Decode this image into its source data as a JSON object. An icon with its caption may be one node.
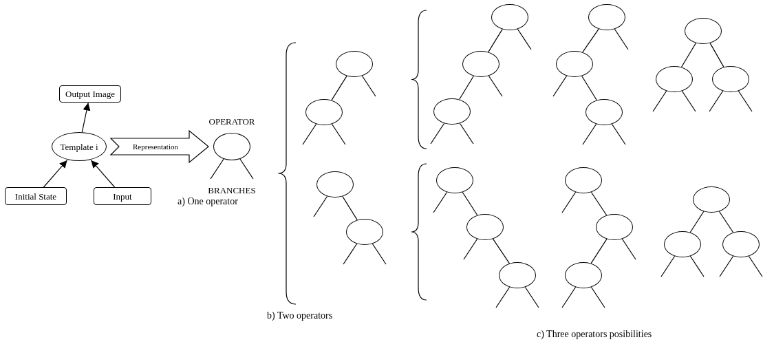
{
  "diagram": {
    "nodes": [
      {
        "text": [
          "Output Image"
        ]
      },
      {
        "text": [
          "Template i"
        ]
      },
      {
        "text": [
          "Initial State"
        ]
      },
      {
        "text": [
          "Input"
        ]
      },
      {
        "text": [],
        "shape": "circle",
        "beside": [
          "OPERATOR",
          "BRANCHES"
        ]
      },
      {
        "text": [],
        "shape": "circle"
      },
      {
        "text": [],
        "shape": "circle"
      },
      {
        "text": [],
        "shape": "circle"
      },
      {
        "text": [],
        "shape": "circle"
      },
      {
        "text": [],
        "shape": "circle"
      },
      {
        "text": [],
        "shape": "circle"
      },
      {
        "text": [],
        "shape": "circle"
      },
      {
        "text": [],
        "shape": "circle"
      },
      {
        "text": [],
        "shape": "circle"
      },
      {
        "text": [],
        "shape": "circle"
      },
      {
        "text": [],
        "shape": "circle"
      },
      {
        "text": [],
        "shape": "circle"
      },
      {
        "text": [],
        "shape": "circle"
      },
      {
        "text": [],
        "shape": "circle"
      },
      {
        "text": [],
        "shape": "circle"
      },
      {
        "text": [],
        "shape": "circle"
      },
      {
        "text": [],
        "shape": "circle"
      },
      {
        "text": [],
        "shape": "circle"
      },
      {
        "text": [],
        "shape": "circle"
      },
      {
        "text": [],
        "shape": "circle"
      },
      {
        "text": [],
        "shape": "circle"
      },
      {
        "text": [],
        "shape": "circle"
      }
    ],
    "edges": [
      {
        "from": 1,
        "to": 0,
        "arrow": "to"
      },
      {
        "from": 2,
        "to": 1,
        "arrow": "to"
      },
      {
        "from": 3,
        "to": 1,
        "arrow": "to"
      },
      {
        "from": 1,
        "to": 4,
        "arrow": "to",
        "label": "Representation",
        "style": "thick"
      },
      {
        "from": 4,
        "to": null,
        "arrow": "none"
      },
      {
        "from": 4,
        "to": null,
        "arrow": "none"
      },
      {
        "from": 5,
        "to": 6,
        "arrow": "none"
      },
      {
        "from": 5,
        "to": null,
        "arrow": "none"
      },
      {
        "from": 6,
        "to": null,
        "arrow": "none"
      },
      {
        "from": 6,
        "to": null,
        "arrow": "none"
      },
      {
        "from": 7,
        "to": null,
        "arrow": "none"
      },
      {
        "from": 7,
        "to": 8,
        "arrow": "none"
      },
      {
        "from": 8,
        "to": null,
        "arrow": "none"
      },
      {
        "from": 8,
        "to": null,
        "arrow": "none"
      },
      {
        "from": 9,
        "to": 10,
        "arrow": "none"
      },
      {
        "from": 9,
        "to": null,
        "arrow": "none"
      },
      {
        "from": 10,
        "to": 11,
        "arrow": "none"
      },
      {
        "from": 10,
        "to": null,
        "arrow": "none"
      },
      {
        "from": 11,
        "to": null,
        "arrow": "none"
      },
      {
        "from": 11,
        "to": null,
        "arrow": "none"
      },
      {
        "from": 12,
        "to": 13,
        "arrow": "none"
      },
      {
        "from": 12,
        "to": null,
        "arrow": "none"
      },
      {
        "from": 13,
        "to": null,
        "arrow": "none"
      },
      {
        "from": 13,
        "to": 14,
        "arrow": "none"
      },
      {
        "from": 14,
        "to": null,
        "arrow": "none"
      },
      {
        "from": 14,
        "to": null,
        "arrow": "none"
      },
      {
        "from": 15,
        "to": 16,
        "arrow": "none"
      },
      {
        "from": 15,
        "to": 17,
        "arrow": "none"
      },
      {
        "from": 16,
        "to": null,
        "arrow": "none"
      },
      {
        "from": 16,
        "to": null,
        "arrow": "none"
      },
      {
        "from": 17,
        "to": null,
        "arrow": "none"
      },
      {
        "from": 17,
        "to": null,
        "arrow": "none"
      },
      {
        "from": 18,
        "to": null,
        "arrow": "none"
      },
      {
        "from": 18,
        "to": 19,
        "arrow": "none"
      },
      {
        "from": 19,
        "to": null,
        "arrow": "none"
      },
      {
        "from": 19,
        "to": 20,
        "arrow": "none"
      },
      {
        "from": 20,
        "to": null,
        "arrow": "none"
      },
      {
        "from": 20,
        "to": null,
        "arrow": "none"
      },
      {
        "from": 21,
        "to": null,
        "arrow": "none"
      },
      {
        "from": 21,
        "to": 22,
        "arrow": "none"
      },
      {
        "from": 22,
        "to": 23,
        "arrow": "none"
      },
      {
        "from": 22,
        "to": null,
        "arrow": "none"
      },
      {
        "from": 23,
        "to": null,
        "arrow": "none"
      },
      {
        "from": 23,
        "to": null,
        "arrow": "none"
      },
      {
        "from": 24,
        "to": 25,
        "arrow": "none"
      },
      {
        "from": 24,
        "to": 26,
        "arrow": "none"
      },
      {
        "from": 25,
        "to": null,
        "arrow": "none"
      },
      {
        "from": 25,
        "to": null,
        "arrow": "none"
      },
      {
        "from": 26,
        "to": null,
        "arrow": "none"
      },
      {
        "from": 26,
        "to": null,
        "arrow": "none"
      }
    ],
    "labels": [
      "a) One operator",
      "b) Two operators",
      "c) Three operators posibilities"
    ]
  }
}
